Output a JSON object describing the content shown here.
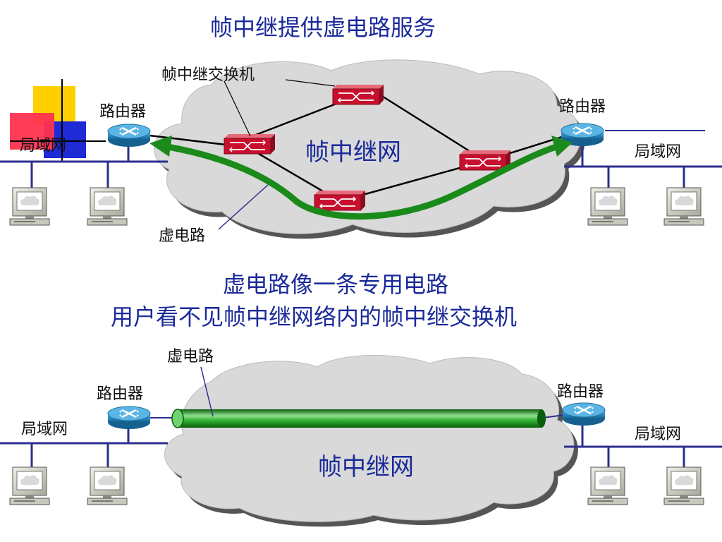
{
  "page": {
    "title": "帧中继提供虚电路服务",
    "subtitle_line1": "虚电路像一条专用电路",
    "subtitle_line2": "用户看不见帧中继网络内的帧中继交换机"
  },
  "top_diagram": {
    "switch_label": "帧中继交换机",
    "router_left_label": "路由器",
    "router_right_label": "路由器",
    "lan_left_label": "局域网",
    "lan_right_label": "局域网",
    "network_label": "帧中继网",
    "virtual_circuit_label": "虚电路"
  },
  "bottom_diagram": {
    "virtual_circuit_label": "虚电路",
    "router_left_label": "路由器",
    "router_right_label": "路由器",
    "lan_left_label": "局域网",
    "lan_right_label": "局域网",
    "network_label": "帧中继网"
  },
  "colors": {
    "text_blue": "#1a2a9a",
    "lan_line": "#2b2f8f",
    "cloud_fill": "#d9d9d9",
    "switch_red": "#c8102e",
    "router_blue": "#1f7fb3",
    "circuit_green": "#1a8a1a"
  }
}
